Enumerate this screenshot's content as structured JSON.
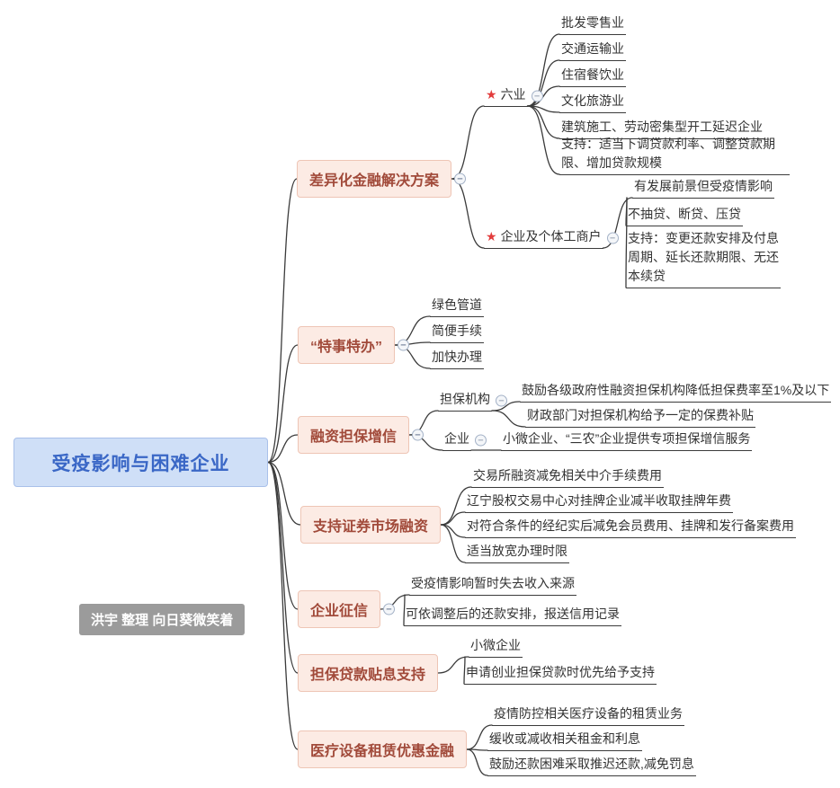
{
  "root": {
    "label": "受疫影响与困难企业"
  },
  "watermark": "洪宇  整理 向日葵微笑着",
  "marks": {
    "star": "★",
    "collapse": "−"
  },
  "colors": {
    "root_bg": "#cfdff7",
    "root_text": "#3a67c6",
    "branch_bg": "#fcebe4",
    "branch_border": "#eec5b5",
    "branch_text": "#a14a3a",
    "star_red": "#e23c3c",
    "line": "#3b3b3b",
    "watermark_bg": "#9b9b9b"
  },
  "branches": [
    {
      "label": "差异化金融解决方案",
      "children": [
        {
          "label": "六业",
          "children": [
            {
              "label": "批发零售业"
            },
            {
              "label": "交通运输业"
            },
            {
              "label": "住宿餐饮业"
            },
            {
              "label": "文化旅游业"
            },
            {
              "label": "建筑施工、劳动密集型开工延迟企业"
            },
            {
              "label": "支持：适当下调贷款利率、调整贷款期限、增加贷款规模"
            }
          ]
        },
        {
          "label": "企业及个体工商户",
          "children": [
            {
              "label": "有发展前景但受疫情影响",
              "children": [
                {
                  "label": "不抽贷、断贷、压贷"
                },
                {
                  "label": "支持：变更还款安排及付息周期、延长还款期限、无还本续贷"
                }
              ]
            }
          ]
        }
      ]
    },
    {
      "label": "“特事特办”",
      "children": [
        {
          "label": "绿色管道"
        },
        {
          "label": "简便手续"
        },
        {
          "label": "加快办理"
        }
      ]
    },
    {
      "label": "融资担保增信",
      "children": [
        {
          "label": "担保机构",
          "children": [
            {
              "label": "鼓励各级政府性融资担保机构降低担保费率至1%及以下"
            },
            {
              "label": "财政部门对担保机构给予一定的保费补贴"
            }
          ]
        },
        {
          "label": "企业",
          "children": [
            {
              "label": "小微企业、“三农”企业提供专项担保增信服务"
            }
          ]
        }
      ]
    },
    {
      "label": "支持证券市场融资",
      "children": [
        {
          "label": "交易所融资减免相关中介手续费用"
        },
        {
          "label": "辽宁股权交易中心对挂牌企业减半收取挂牌年费"
        },
        {
          "label": "对符合条件的经纪实后减免会员费用、挂牌和发行备案费用"
        },
        {
          "label": "适当放宽办理时限"
        }
      ]
    },
    {
      "label": "企业征信",
      "children": [
        {
          "label": "受疫情影响暂时失去收入来源",
          "children": [
            {
              "label": "可依调整后的还款安排，报送信用记录"
            }
          ]
        }
      ]
    },
    {
      "label": "担保贷款贴息支持",
      "children": [
        {
          "label": "小微企业",
          "children": [
            {
              "label": "申请创业担保贷款时优先给予支持"
            }
          ]
        }
      ]
    },
    {
      "label": "医疗设备租赁优惠金融",
      "children": [
        {
          "label": "疫情防控相关医疗设备的租赁业务"
        },
        {
          "label": "缓收或减收相关租金和利息"
        },
        {
          "label": "鼓励还款困难采取推迟还款,减免罚息"
        }
      ]
    }
  ]
}
